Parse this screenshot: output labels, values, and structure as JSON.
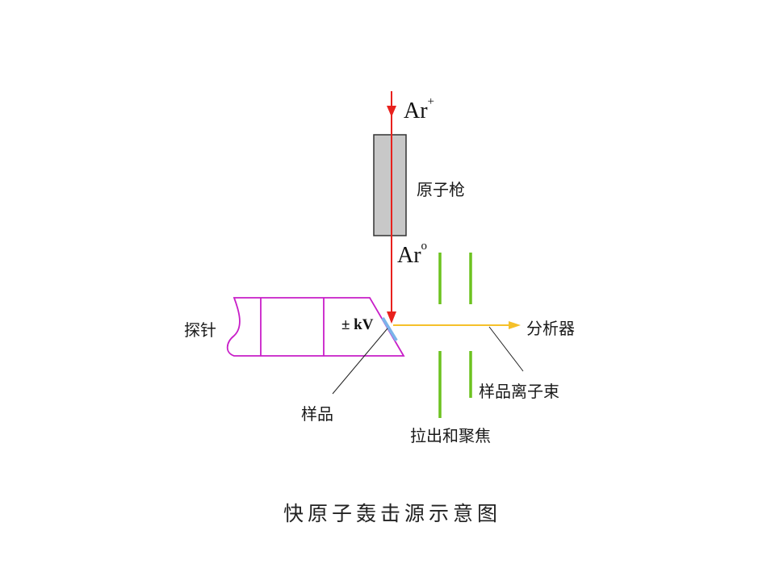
{
  "colors": {
    "ar_beam": "#e8211d",
    "ion_beam": "#f5c02a",
    "probe_outline": "#c81ec8",
    "gun_fill": "#c8c8c8",
    "gun_stroke": "#333333",
    "lens": "#6cc21f",
    "sample": "#7bb4ea",
    "leader": "#222222"
  },
  "labels": {
    "ar_plus_base": "Ar",
    "ar_plus_sup": "+",
    "atom_gun": "原子枪",
    "ar_zero_base": "Ar",
    "ar_zero_sup": "o",
    "probe": "探针",
    "voltage": "± kV",
    "sample": "样品",
    "analyzer": "分析器",
    "ion_beam": "样品离子束",
    "extraction_focus": "拉出和聚焦"
  },
  "caption": "快原子轰击源示意图"
}
